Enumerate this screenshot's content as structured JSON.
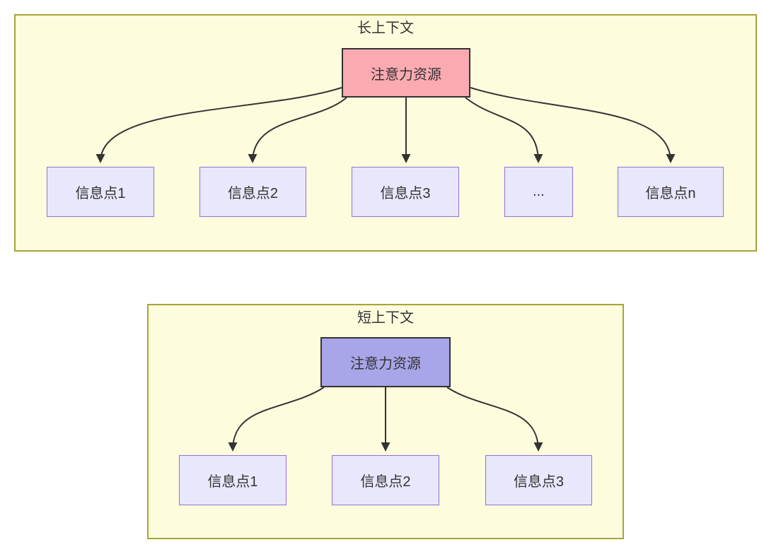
{
  "colors": {
    "page_bg": "#ffffff",
    "container_bg": "#fdfcdd",
    "container_border": "#a5a53a",
    "attention_long_bg": "#fbaab2",
    "attention_short_bg": "#a9a5e9",
    "attention_border": "#333333",
    "node_bg": "#e8e7fb",
    "node_border": "#9370db",
    "arrow": "#333333",
    "text": "#333333"
  },
  "long_context": {
    "title": "长上下文",
    "attention_label": "注意力资源",
    "nodes": [
      {
        "label": "信息点1"
      },
      {
        "label": "信息点2"
      },
      {
        "label": "信息点3"
      },
      {
        "label": "..."
      },
      {
        "label": "信息点n"
      }
    ]
  },
  "short_context": {
    "title": "短上下文",
    "attention_label": "注意力资源",
    "nodes": [
      {
        "label": "信息点1"
      },
      {
        "label": "信息点2"
      },
      {
        "label": "信息点3"
      }
    ]
  }
}
